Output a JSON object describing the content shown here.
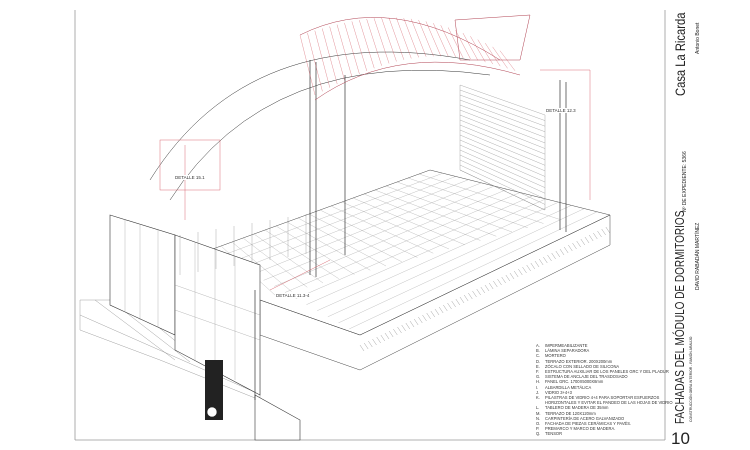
{
  "title_block": {
    "project": "Casa La Ricarda",
    "architect": "Antonio Bonet",
    "sheet_title": "FACHADAS DEL MÓDULO DE DORMITORIOS",
    "author": "DAVID RABADÁN MARTÍNEZ",
    "expediente": "Nº DE EXPEDIENTE: 5366",
    "course": "CONSTRUCCIÓN OBRA INTERIOR - RAMÓN ARAUJO",
    "sheet_number": "10"
  },
  "detail_labels": [
    "DETALLE 15.1",
    "DETALLE 12.3",
    "DETALLE 11.3-4"
  ],
  "legend": [
    {
      "key": "A.",
      "text": "IMPERMEABILIZANTE"
    },
    {
      "key": "B.",
      "text": "LÁMINA SEPARADORA"
    },
    {
      "key": "C.",
      "text": "MORTERO"
    },
    {
      "key": "D.",
      "text": "TERRAZO EXTERIOR. 200X200mm"
    },
    {
      "key": "E.",
      "text": "ZÓCALO CON SELLADO DE SILICONA"
    },
    {
      "key": "F.",
      "text": "ESTRUCTURA AUXILIAR DE LOS PANELES GRC Y DEL PLADUR"
    },
    {
      "key": "G.",
      "text": "SISTEMA DE ANCLAJE DEL TRASDOSADO"
    },
    {
      "key": "H.",
      "text": "PANEL GRC. 1700X5000X8mm"
    },
    {
      "key": "I.",
      "text": "ALBARDILLA METÁLICA"
    },
    {
      "key": "J.",
      "text": "VIDRIO 3+4+3"
    },
    {
      "key": "K.",
      "text": "PILASTRAS DE VIDRIO 4+4 PARA SOPORTAR ESFUERZOS"
    },
    {
      "key": "",
      "text": "HORIZONTALES Y EVITAR EL PANDEO DE LAS HOJAS DE VIDRIO"
    },
    {
      "key": "L.",
      "text": "TABLERO DE MADERA DE 35mm"
    },
    {
      "key": "M.",
      "text": "TERRAZO DE 120X120mm"
    },
    {
      "key": "N.",
      "text": "CARPINTERÍA DE ACERO GALVANIZADO"
    },
    {
      "key": "O.",
      "text": "FACHADA DE PIEZAS CERÁMICAS Y PAVÉS."
    },
    {
      "key": "P.",
      "text": "PREMARCO Y MARCO DE MADERA."
    },
    {
      "key": "Q.",
      "text": "TENSOR"
    }
  ],
  "colors": {
    "line": "#333333",
    "red": "#d04a55",
    "frame": "#999999"
  }
}
